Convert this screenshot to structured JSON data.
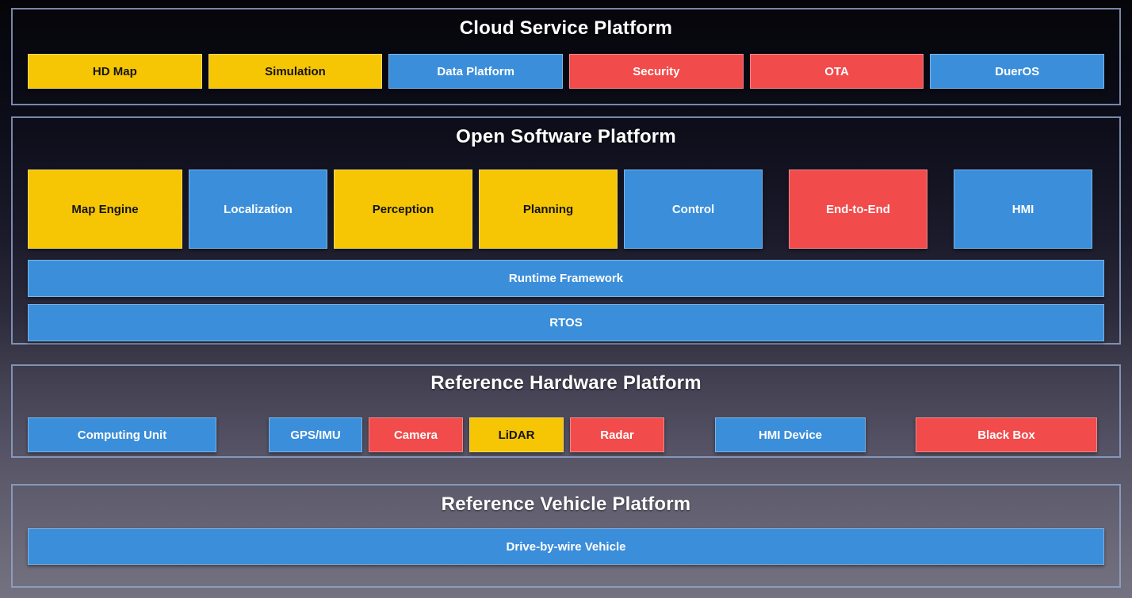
{
  "colors": {
    "yellow": "#F6C605",
    "blue": "#3B8EDA",
    "red": "#F14B4B",
    "panel_border": "#94A8CE",
    "title_text": "#FFFFFF"
  },
  "sections": [
    {
      "title": "Cloud Service Platform",
      "items": [
        {
          "label": "HD Map",
          "color": "yellow"
        },
        {
          "label": "Simulation",
          "color": "yellow"
        },
        {
          "label": "Data Platform",
          "color": "blue"
        },
        {
          "label": "Security",
          "color": "red"
        },
        {
          "label": "OTA",
          "color": "red"
        },
        {
          "label": "DuerOS",
          "color": "blue"
        }
      ]
    },
    {
      "title": "Open Software Platform",
      "modules": [
        {
          "label": "Map Engine",
          "color": "yellow"
        },
        {
          "label": "Localization",
          "color": "blue"
        },
        {
          "label": "Perception",
          "color": "yellow"
        },
        {
          "label": "Planning",
          "color": "yellow"
        },
        {
          "label": "Control",
          "color": "blue"
        },
        {
          "label": "End-to-End",
          "color": "red"
        },
        {
          "label": "HMI",
          "color": "blue"
        }
      ],
      "bars": [
        {
          "label": "Runtime Framework",
          "color": "blue"
        },
        {
          "label": "RTOS",
          "color": "blue"
        }
      ]
    },
    {
      "title": "Reference Hardware Platform",
      "items": [
        {
          "label": "Computing Unit",
          "color": "blue"
        },
        {
          "label": "GPS/IMU",
          "color": "blue"
        },
        {
          "label": "Camera",
          "color": "red"
        },
        {
          "label": "LiDAR",
          "color": "yellow"
        },
        {
          "label": "Radar",
          "color": "red"
        },
        {
          "label": "HMI Device",
          "color": "blue"
        },
        {
          "label": "Black Box",
          "color": "red"
        }
      ]
    },
    {
      "title": "Reference Vehicle Platform",
      "bar": {
        "label": "Drive-by-wire Vehicle",
        "color": "blue"
      }
    }
  ]
}
